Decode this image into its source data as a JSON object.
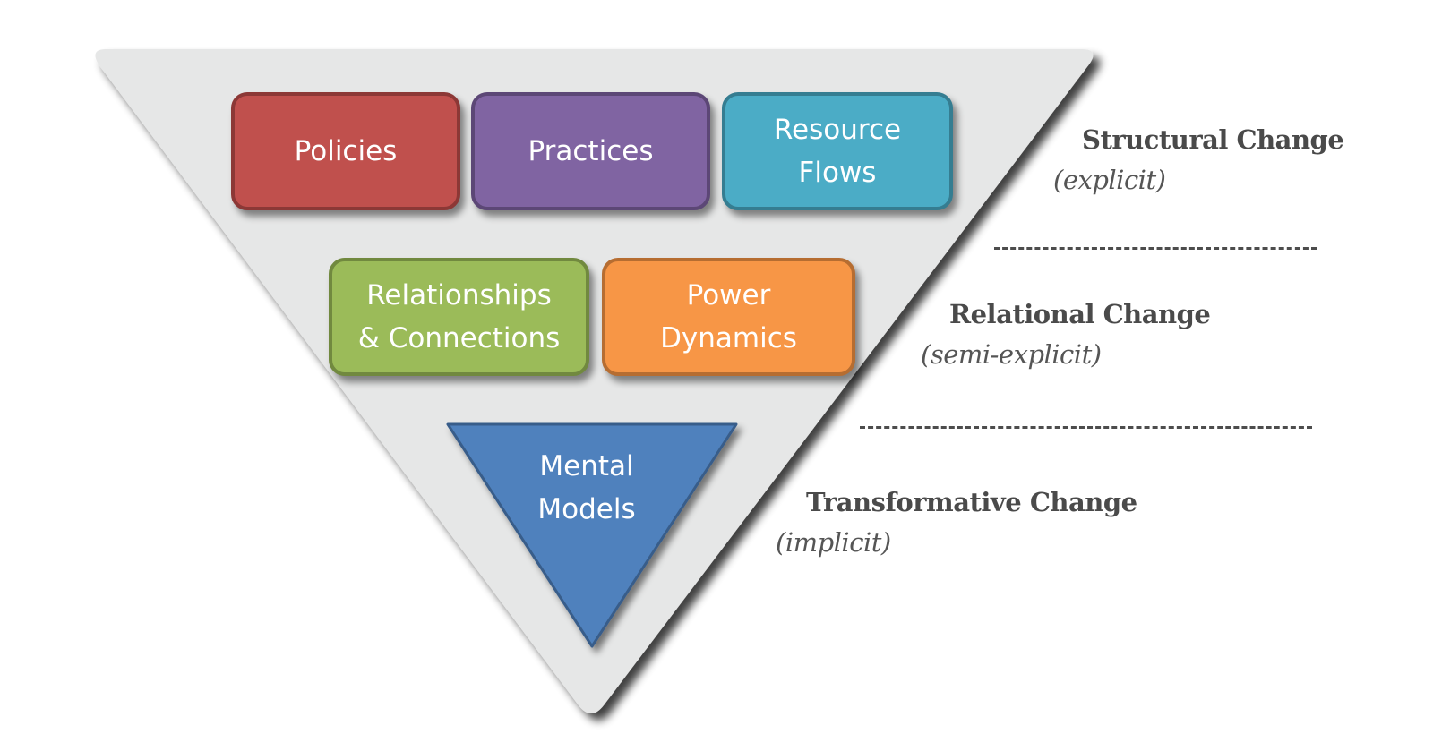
{
  "diagram": {
    "type": "inverted-pyramid",
    "background_color": "#e6e7e7",
    "boxes": [
      {
        "id": "policies",
        "label": "Policies",
        "fill": "#c0504d",
        "border": "#8c3836",
        "tier": "structural"
      },
      {
        "id": "practices",
        "label": "Practices",
        "fill": "#8064a2",
        "border": "#5c4776",
        "tier": "structural"
      },
      {
        "id": "resource-flows",
        "label": "Resource\nFlows",
        "fill": "#4bacc6",
        "border": "#357d91",
        "tier": "structural"
      },
      {
        "id": "relationships",
        "label": "Relationships\n& Connections",
        "fill": "#9bbb59",
        "border": "#71893f",
        "tier": "relational"
      },
      {
        "id": "power-dynamics",
        "label": "Power\nDynamics",
        "fill": "#f79646",
        "border": "#b66d31",
        "tier": "relational"
      }
    ],
    "core": {
      "id": "mental-models",
      "label": "Mental\nModels",
      "fill": "#4f81bd",
      "border": "#385d8a",
      "tier": "transformative"
    },
    "levels": [
      {
        "title": "Structural Change",
        "subtitle": "(explicit)"
      },
      {
        "title": "Relational Change",
        "subtitle": "(semi-explicit)"
      },
      {
        "title": "Transformative Change",
        "subtitle": "(implicit)"
      }
    ]
  }
}
